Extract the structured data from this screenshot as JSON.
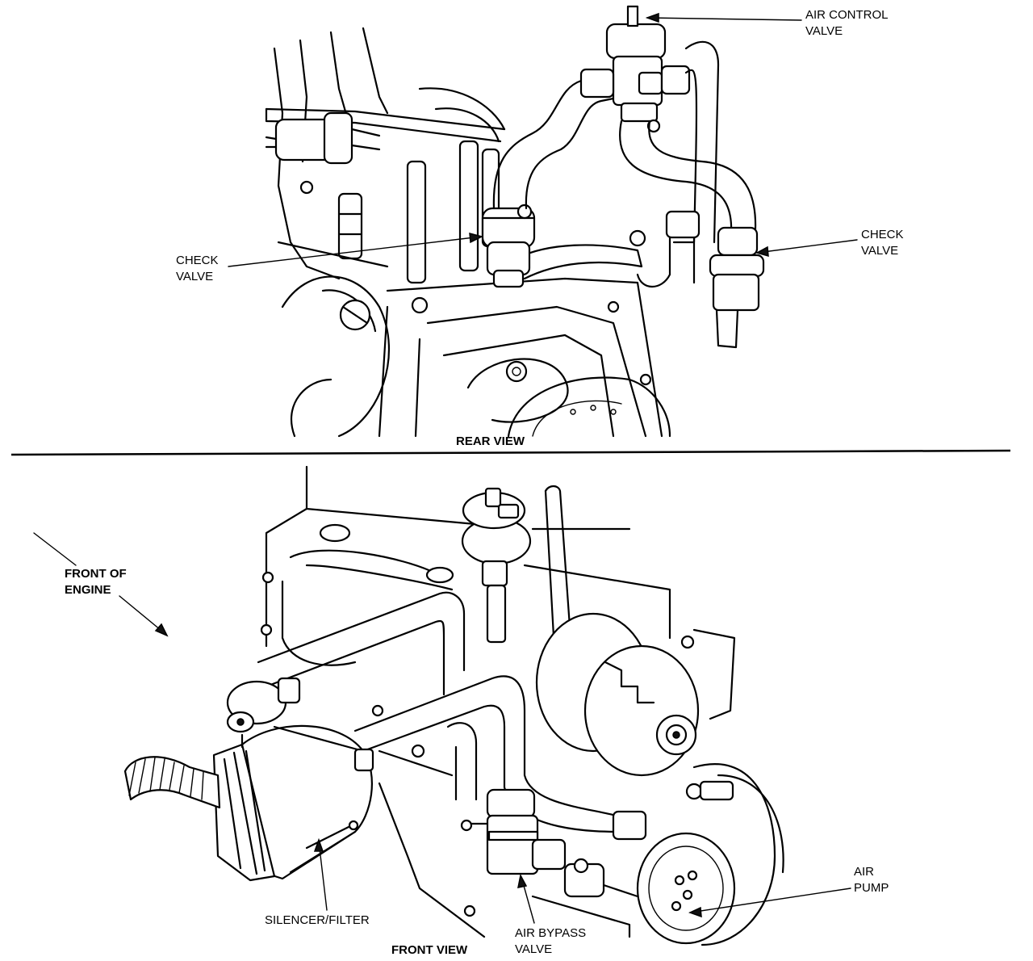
{
  "rear_view": {
    "caption": "REAR VIEW",
    "labels": {
      "air_control_valve": [
        "AIR CONTROL",
        "VALVE"
      ],
      "check_valve_left": [
        "CHECK",
        "VALVE"
      ],
      "check_valve_right": [
        "CHECK",
        "VALVE"
      ]
    }
  },
  "front_view": {
    "caption": "FRONT VIEW",
    "labels": {
      "front_of_engine": [
        "FRONT OF",
        "ENGINE"
      ],
      "silencer_filter": "SILENCER/FILTER",
      "air_bypass_valve": [
        "AIR BYPASS",
        "VALVE"
      ],
      "air_pump": [
        "AIR",
        "PUMP"
      ]
    }
  }
}
